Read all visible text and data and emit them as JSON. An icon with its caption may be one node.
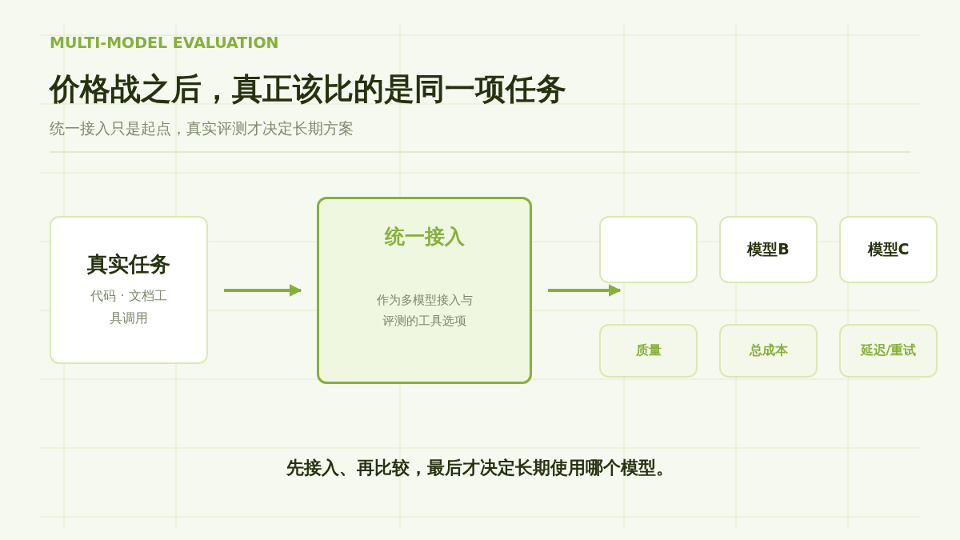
{
  "diagram": {
    "title": "价格战之后，真正该比的是同一项任务",
    "caption": "先接入、再比较，最后才决定长期使用哪个模型。",
    "nodes": [
      {
        "text": [
          "真实任务",
          "代码 · 文档工具调用"
        ]
      },
      {
        "text": [
          "统一接入",
          "作为多模型接入与评测的工具选项"
        ]
      },
      {
        "text": [],
        "shape": "box"
      },
      {
        "text": [
          "模型B"
        ]
      },
      {
        "text": [
          "模型C"
        ]
      },
      {
        "text": [
          "质量"
        ]
      },
      {
        "text": [
          "总成本"
        ]
      },
      {
        "text": [
          "延迟/重试"
        ]
      }
    ],
    "edges": [
      {
        "from": 0,
        "to": 1,
        "arrow": "to"
      },
      {
        "from": 1,
        "to": 2,
        "arrow": "to"
      }
    ],
    "labels": [
      "MULTI-MODEL EVALUATION",
      "统一接入只是起点，真实评测才决定长期方案"
    ]
  }
}
